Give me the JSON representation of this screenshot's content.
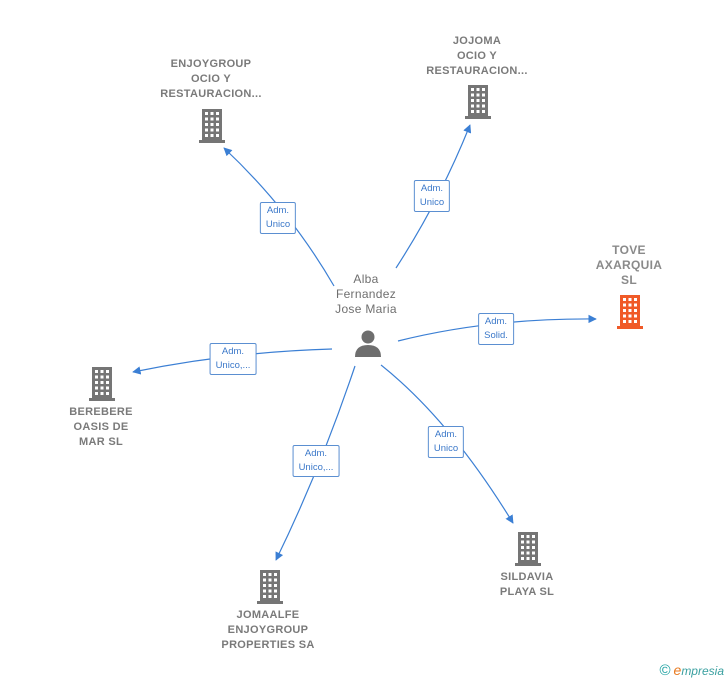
{
  "center": {
    "lines": [
      "Alba",
      "Fernandez",
      "Jose Maria"
    ],
    "icon": "person-icon"
  },
  "companies": [
    {
      "id": "enjoygroup",
      "lines": [
        "ENJOYGROUP",
        "OCIO Y",
        "RESTAURACION..."
      ],
      "role": [
        "Adm.",
        "Unico"
      ],
      "icon": "building-icon",
      "color": "#757575"
    },
    {
      "id": "jojoma",
      "lines": [
        "JOJOMA",
        "OCIO Y",
        "RESTAURACION..."
      ],
      "role": [
        "Adm.",
        "Unico"
      ],
      "icon": "building-icon",
      "color": "#757575"
    },
    {
      "id": "tove",
      "lines": [
        "TOVE",
        "AXARQUIA",
        "SL"
      ],
      "role": [
        "Adm.",
        "Solid."
      ],
      "icon": "building-icon",
      "color": "#f05a28"
    },
    {
      "id": "berebere",
      "lines": [
        "BEREBERE",
        "OASIS DE",
        "MAR  SL"
      ],
      "role": [
        "Adm.",
        "Unico,..."
      ],
      "icon": "building-icon",
      "color": "#757575"
    },
    {
      "id": "jomaalfe",
      "lines": [
        "JOMAALFE",
        "ENJOYGROUP",
        "PROPERTIES SA"
      ],
      "role": [
        "Adm.",
        "Unico,..."
      ],
      "icon": "building-icon",
      "color": "#757575"
    },
    {
      "id": "sildavia",
      "lines": [
        "SILDAVIA",
        "PLAYA SL"
      ],
      "role": [
        "Adm.",
        "Unico"
      ],
      "icon": "building-icon",
      "color": "#757575"
    }
  ],
  "edge_color": "#3b7fd4",
  "brand": {
    "copyright": "©",
    "initial": "e",
    "name": "mpresia"
  }
}
